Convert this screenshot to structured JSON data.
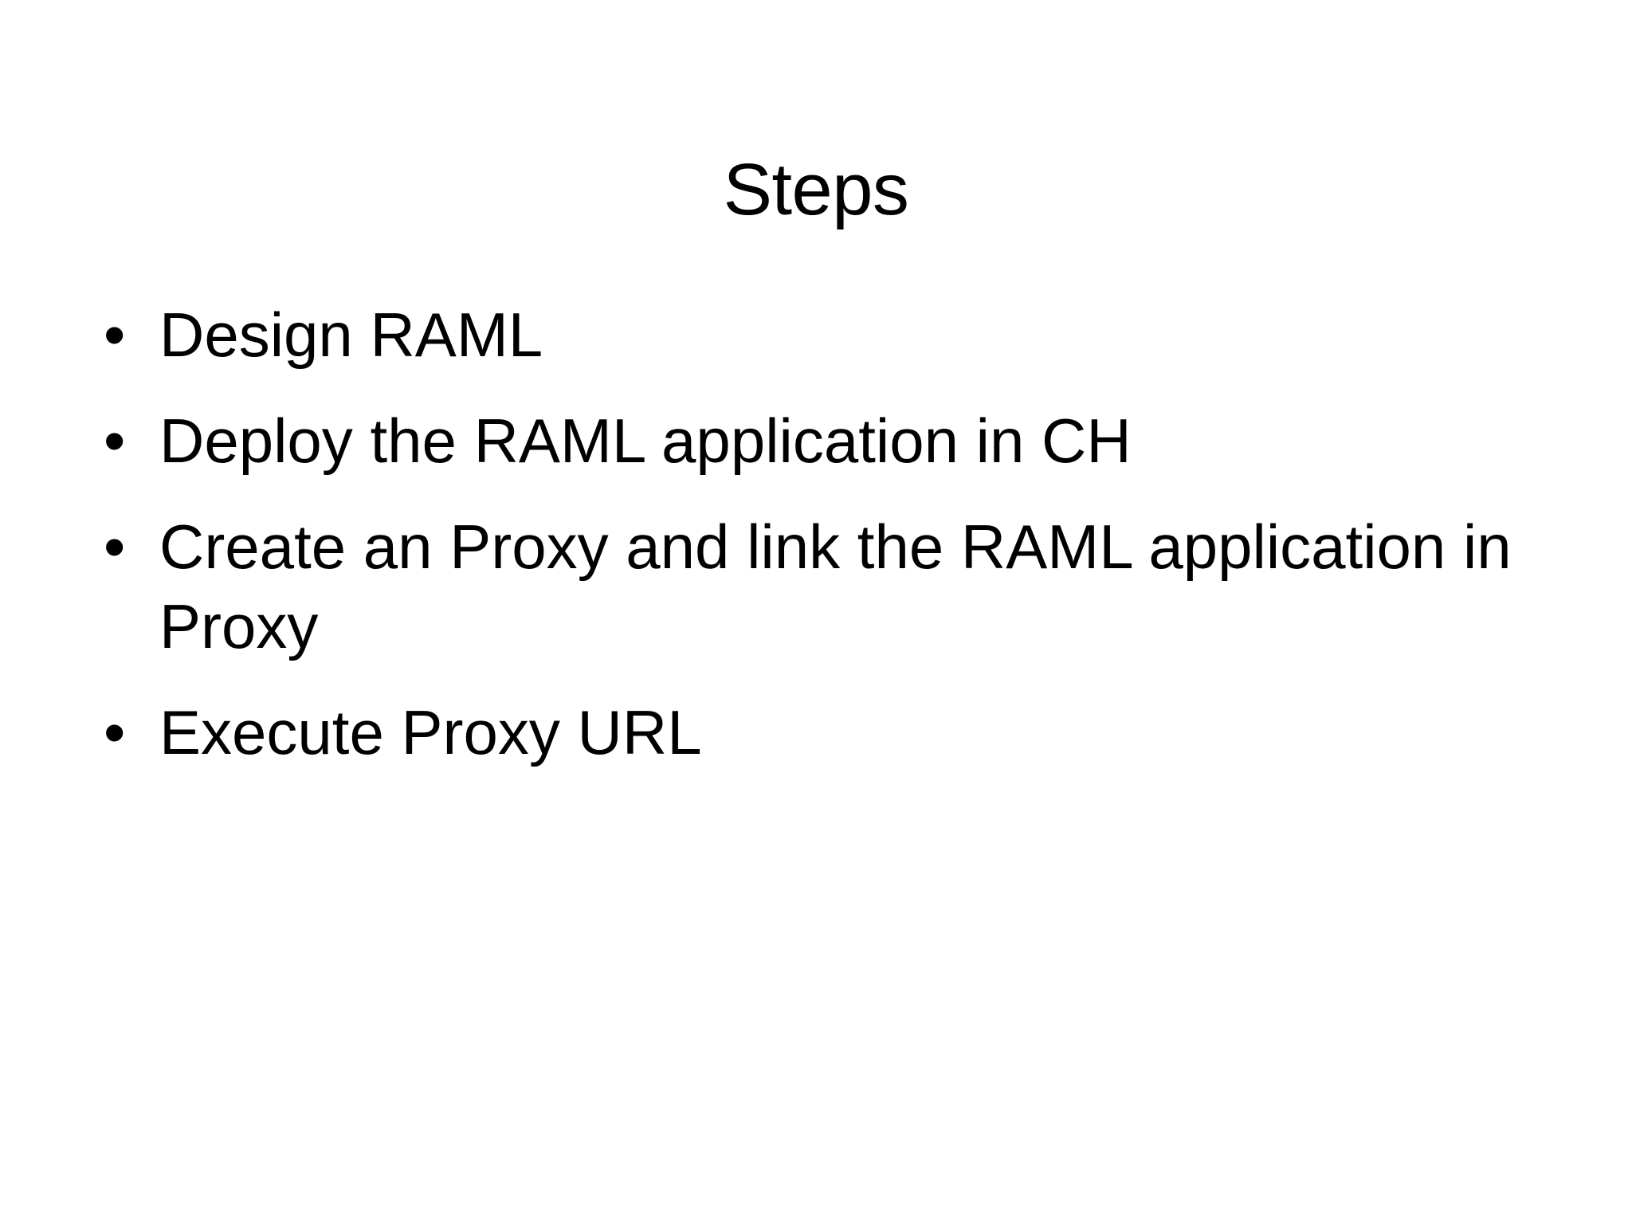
{
  "slide": {
    "title": "Steps",
    "background_color": "#ffffff",
    "text_color": "#000000",
    "bullet_glyph": "•",
    "bullets": [
      {
        "text": "Design RAML"
      },
      {
        "text": "Deploy the RAML application in CH"
      },
      {
        "text": "Create an Proxy and link the RAML application in Proxy"
      },
      {
        "text": "Execute Proxy URL"
      }
    ]
  }
}
